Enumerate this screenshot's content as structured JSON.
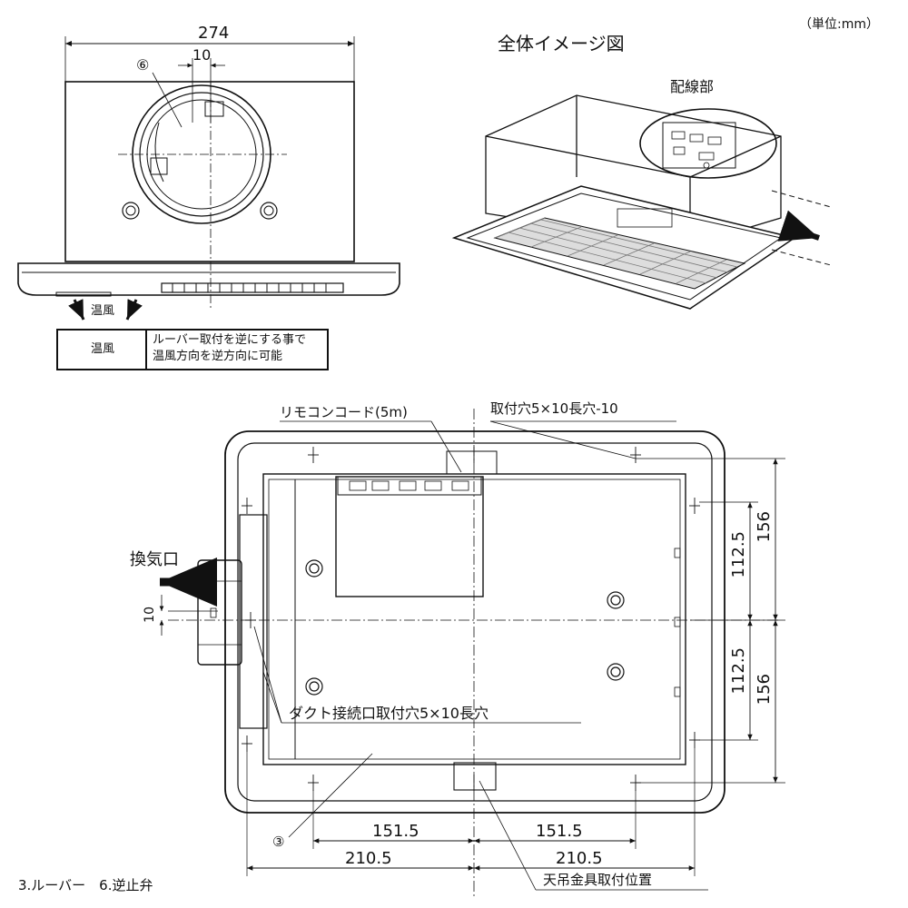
{
  "unit_label": "（単位:mm）",
  "overview": {
    "title": "全体イメージ図",
    "wiring_label": "配線部"
  },
  "side_view": {
    "width_dim": "274",
    "offset_dim": "10",
    "part_callout": "⑥",
    "airflow_label": "温風",
    "note_airflow_label": "温風",
    "note_line1": "ルーバー取付を逆にする事で",
    "note_line2": "温風方向を逆方向に可能"
  },
  "bottom_view": {
    "remote_cord": "リモコンコード(5m)",
    "mount_hole": "取付穴5×10長穴-10",
    "exhaust_label": "換気口",
    "exhaust_offset": "10",
    "duct_label": "ダクト接続口取付穴5×10長穴",
    "part_callout": "③",
    "dims_right": [
      "112.5",
      "112.5",
      "156",
      "156"
    ],
    "dims_bottom": [
      "151.5",
      "151.5",
      "210.5",
      "210.5"
    ],
    "hanger_label": "天吊金具取付位置"
  },
  "legend": "3.ルーバー　6.逆止弁"
}
